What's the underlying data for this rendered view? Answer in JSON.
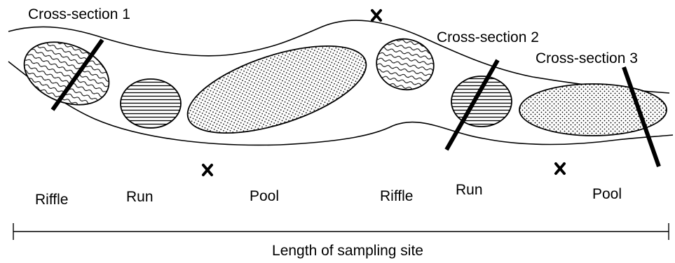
{
  "cross_sections": [
    "Cross-section 1",
    "Cross-section 2",
    "Cross-section 3"
  ],
  "habitats": {
    "riffle_1": "Riffle",
    "run_1": "Run",
    "pool_1": "Pool",
    "riffle_2": "Riffle",
    "run_2": "Run",
    "pool_2": "Pool"
  },
  "scale_label": "Length of sampling site",
  "icons": {
    "riffle_pattern": "wavy-lines-pattern",
    "run_pattern": "horizontal-lines-pattern",
    "pool_pattern": "dot-pattern",
    "marker": "x-mark-icon"
  }
}
